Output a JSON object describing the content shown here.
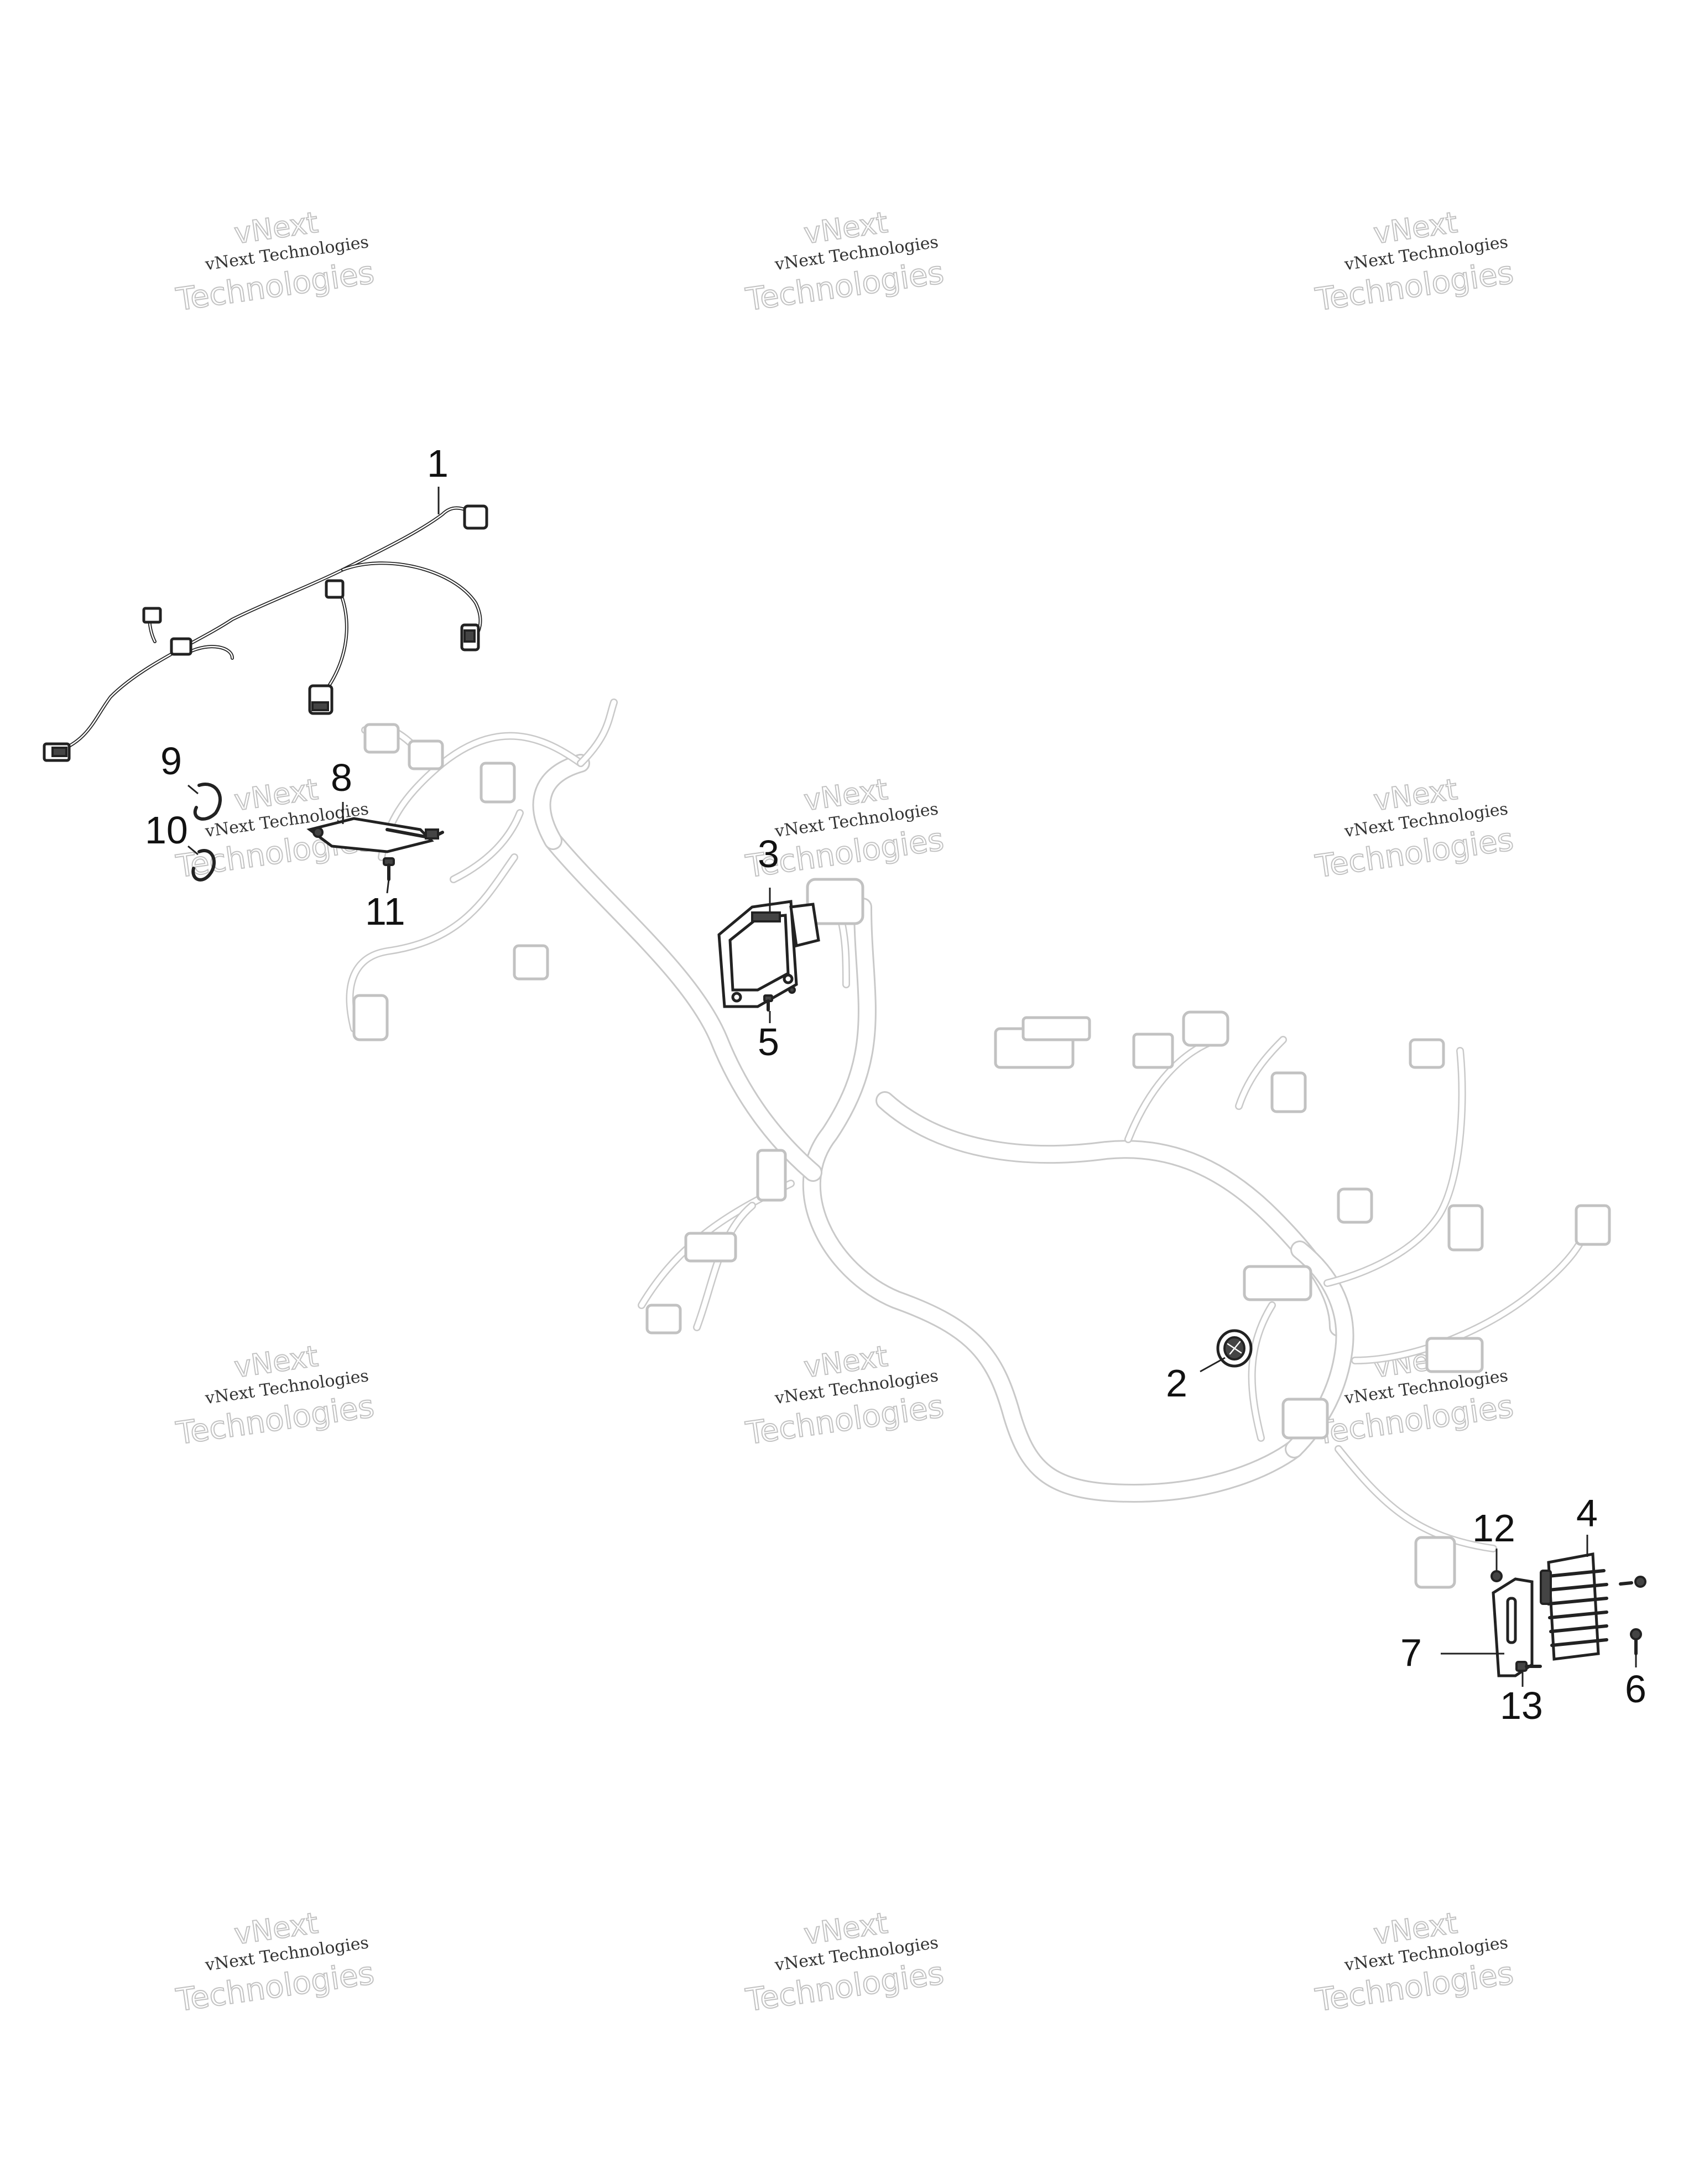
{
  "watermark": {
    "line1": "vNext Technologies",
    "line2": "Technologies",
    "line0": "vNext"
  },
  "callouts": [
    "1",
    "2",
    "3",
    "4",
    "5",
    "6",
    "7",
    "8",
    "9",
    "10",
    "11",
    "12",
    "13"
  ]
}
